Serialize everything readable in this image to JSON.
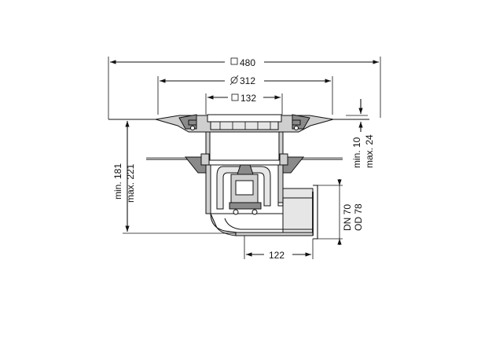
{
  "dimensions": {
    "width_square": "480",
    "diameter": "312",
    "grate_square": "132",
    "height_min": "min. 181",
    "height_max": "max. 221",
    "adjust_min": "min. 10",
    "adjust_max": "max. 24",
    "outlet_offset": "122",
    "pipe_dn": "DN 70",
    "pipe_od": "OD 78"
  }
}
